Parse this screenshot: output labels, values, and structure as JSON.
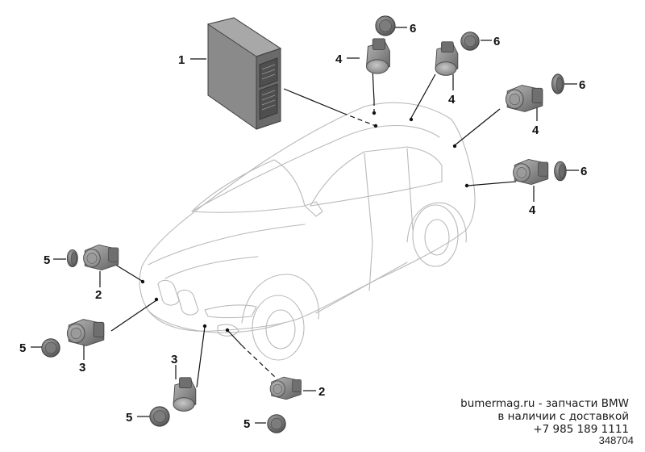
{
  "callouts": {
    "control_unit": "1",
    "front_side_sensor": "2",
    "front_sensor": "3",
    "rear_sensor": "4",
    "front_ring": "5",
    "rear_ring": "6"
  },
  "watermark": {
    "line1": "bumermag.ru - запчасти BMW",
    "line2": "в наличии с доставкой",
    "line3": "+7 985 189 1111"
  },
  "diagram_number": "348704",
  "colors": {
    "part_fill": "#8d8d8d",
    "car_outline": "#b9b9b9",
    "leader_line": "#111111"
  }
}
